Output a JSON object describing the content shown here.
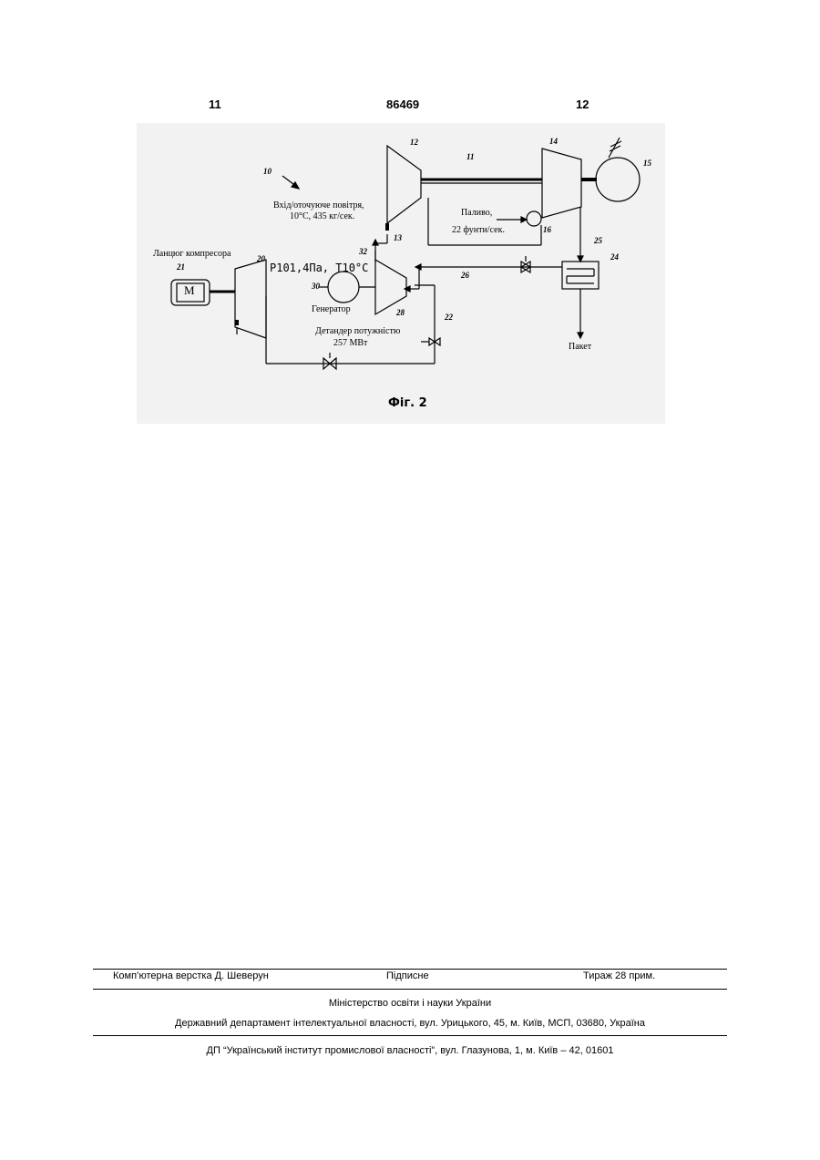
{
  "header": {
    "page_left": "11",
    "patent_number": "86469",
    "page_right": "12"
  },
  "figure": {
    "caption": "Фіг. 2",
    "labels": {
      "intake": "Вхід/оточуюче повітря,",
      "intake_params": "10°С, 435 кг/сек.",
      "fuel": "Паливо,",
      "fuel_rate": "22 фунти/сек.",
      "compressor_chain": "Ланцюг компресора",
      "motor": "M",
      "pressure_temp": "P101,4Па, T10°C",
      "generator": "Генератор",
      "expander": "Детандер потужністю",
      "expander_power": "257 МВт",
      "package": "Пакет"
    },
    "ref_numbers": {
      "n10": "10",
      "n11": "11",
      "n12": "12",
      "n13": "13",
      "n14": "14",
      "n15": "15",
      "n16": "16",
      "n20": "20",
      "n21": "21",
      "n22": "22",
      "n24": "24",
      "n25": "25",
      "n26": "26",
      "n28": "28",
      "n30": "30",
      "n32": "32"
    }
  },
  "footer": {
    "layout_credit": "Комп’ютерна верстка Д. Шеверун",
    "signed": "Підписне",
    "circulation": "Тираж 28 прим.",
    "ministry": "Міністерство освіти і науки України",
    "department": "Державний департамент інтелектуальної власності, вул. Урицького, 45, м. Київ, МСП, 03680, Україна",
    "institute": "ДП “Український інститут промислової власності”, вул. Глазунова, 1, м. Київ – 42, 01601"
  }
}
